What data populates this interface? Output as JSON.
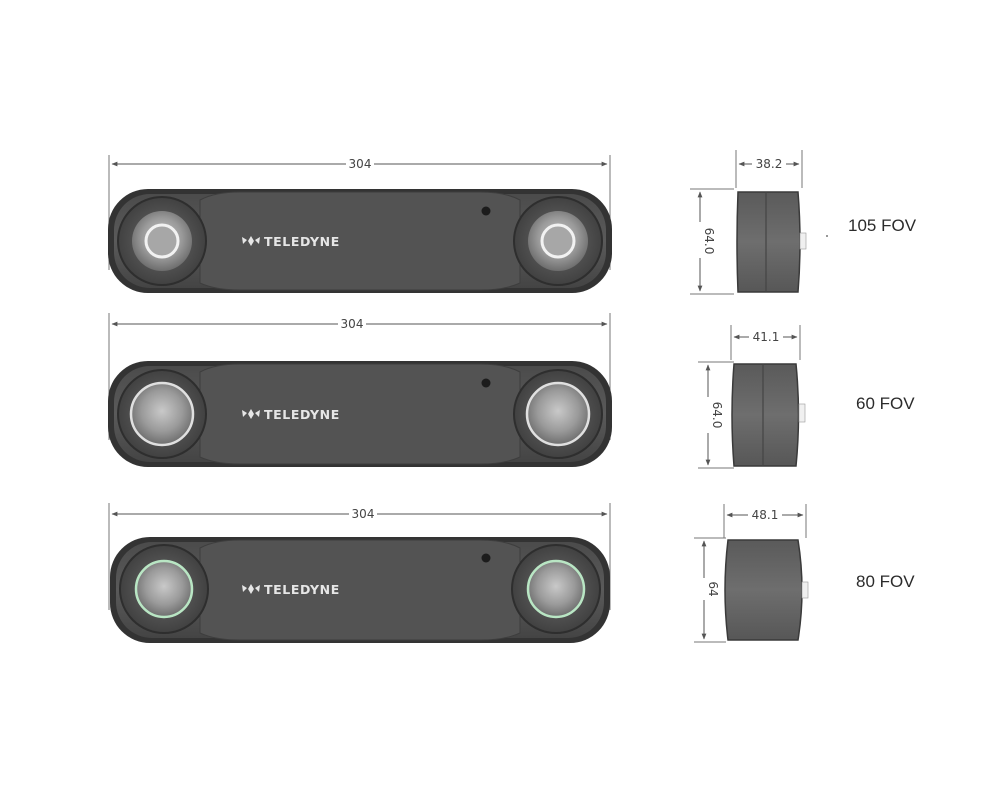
{
  "colors": {
    "body_outer": "#3a3a3a",
    "body_inner": "#5b5b5b",
    "lens_housing": "#4a4a4a",
    "side_body": "#616161",
    "dimension_line": "#555555",
    "lens_ring_light": "#e8e8e8",
    "lens_ring_green": "#b9e6c4"
  },
  "brand": {
    "logo_text": "TELEDYNE",
    "logo_icon": "teledyne-logo-icon"
  },
  "cameras": [
    {
      "width_dim": "304",
      "depth_dim": "38.2",
      "height_dim": "64.0",
      "fov_label": "105 FOV",
      "lens_style": "light"
    },
    {
      "width_dim": "304",
      "depth_dim": "41.1",
      "height_dim": "64.0",
      "fov_label": "60 FOV",
      "lens_style": "light"
    },
    {
      "width_dim": "304",
      "depth_dim": "48.1",
      "height_dim": "64",
      "fov_label": "80 FOV",
      "lens_style": "green"
    }
  ]
}
